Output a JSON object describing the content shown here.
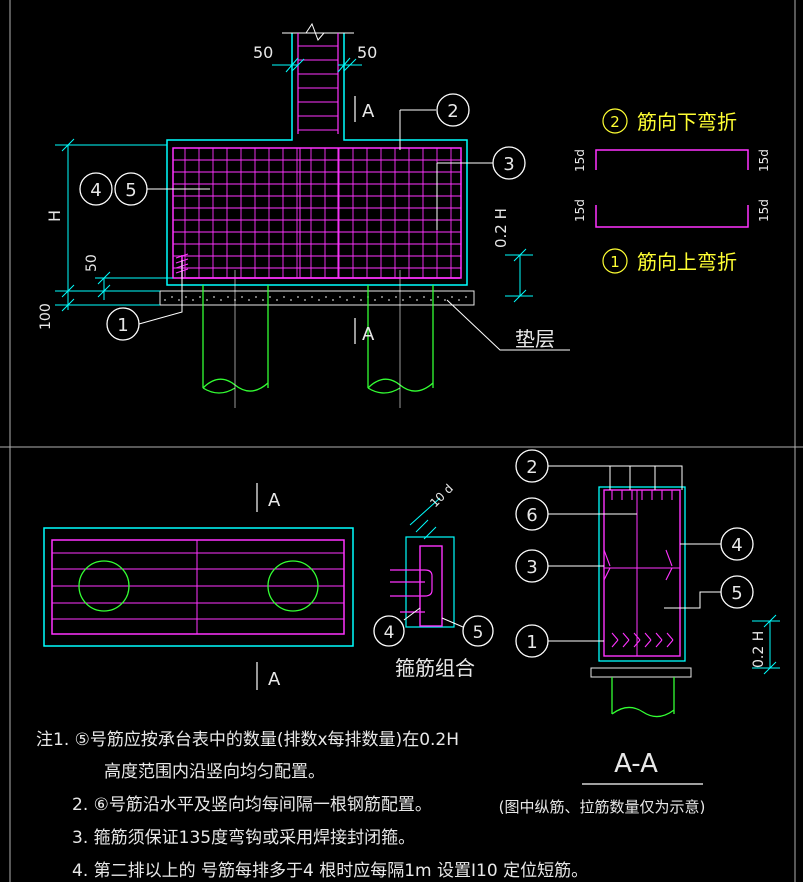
{
  "title": "",
  "top_view": {
    "dim_50_left": "50",
    "dim_50_right": "50",
    "section_mark_top": "A",
    "section_mark_bottom": "A",
    "dim_H": "H",
    "dim_50": "50",
    "dim_100": "100",
    "dim_02H": "0.2 H",
    "callouts": {
      "c1": "1",
      "c2": "2",
      "c3": "3",
      "c4": "4",
      "c5": "5"
    },
    "cushion_label": "垫层"
  },
  "bend_legend": {
    "bar2_num": "2",
    "bar2_text": "筋向下弯折",
    "bar1_num": "1",
    "bar1_text": "筋向上弯折",
    "dim_15d": "15d"
  },
  "plan_view": {
    "section_mark_top": "A",
    "section_mark_bottom": "A"
  },
  "stirrup_combo": {
    "dim_10d": "10 d",
    "callout_4": "4",
    "callout_5": "5",
    "label": "箍筋组合"
  },
  "section_AA": {
    "callouts": {
      "c1": "1",
      "c2": "2",
      "c3": "3",
      "c4": "4",
      "c5": "5",
      "c6": "6"
    },
    "dim_02H": "0.2 H",
    "title": "A-A",
    "caption": "(图中纵筋、拉筋数量仅为示意)"
  },
  "notes": [
    "注1.   ⑤号筋应按承台表中的数量(排数x每排数量)在0.2H",
    "高度范围内沿竖向均匀配置。",
    "2.   ⑥号筋沿水平及竖向均每间隔一根钢筋配置。",
    "3.  箍筋须保证135度弯钩或采用焊接封闭箍。",
    "4.  第二排以上的     号筋每排多于4 根时应每隔1m 设置Ⅰ10 定位短筋。"
  ],
  "colors": {
    "background": "#000000",
    "concrete": "#00ffff",
    "rebar": "#ff33ff",
    "pile": "#33ff33",
    "leader": "#ffffff",
    "legend_text": "#ffff33",
    "divider": "#b0b0b0"
  }
}
